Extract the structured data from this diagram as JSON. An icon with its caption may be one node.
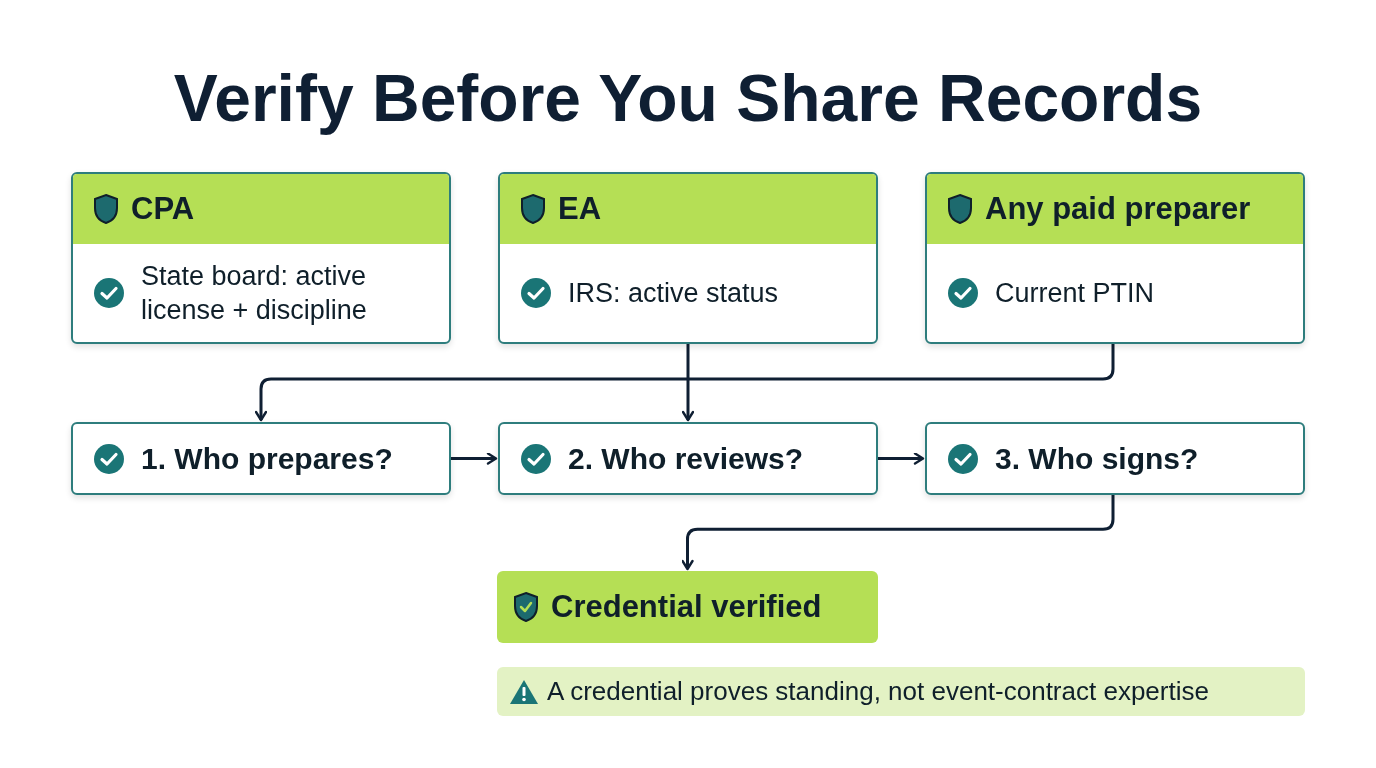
{
  "diagram": {
    "title": "Verify Before You Share Records",
    "nodes": [
      {
        "text": [
          "CPA",
          "State board: active license + discipline"
        ]
      },
      {
        "text": [
          "EA",
          "IRS: active status"
        ]
      },
      {
        "text": [
          "Any paid preparer",
          "Current PTIN"
        ]
      },
      {
        "text": [
          "1. Who prepares?"
        ]
      },
      {
        "text": [
          "2. Who reviews?"
        ]
      },
      {
        "text": [
          "3. Who signs?"
        ]
      },
      {
        "text": [
          "Credential verified"
        ]
      },
      {
        "text": [
          "A credential proves standing, not event-contract expertise"
        ]
      }
    ],
    "edges": [
      {
        "from": 2,
        "to": 3,
        "arrow": "to"
      },
      {
        "from": 1,
        "to": 4,
        "arrow": "to"
      },
      {
        "from": 3,
        "to": 4,
        "arrow": "to"
      },
      {
        "from": 4,
        "to": 5,
        "arrow": "to"
      },
      {
        "from": 5,
        "to": 6,
        "arrow": "to"
      }
    ]
  }
}
